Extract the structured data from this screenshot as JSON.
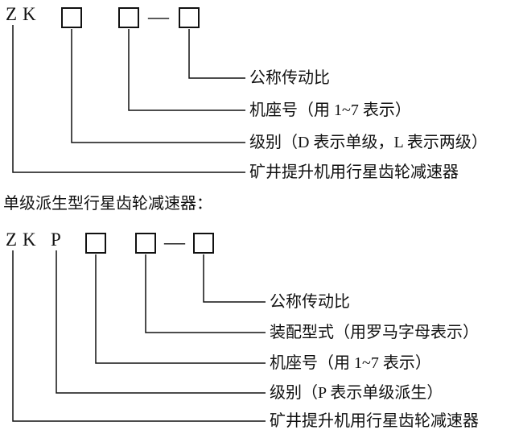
{
  "diagram_top": {
    "prefix": "ZK",
    "separator": "—",
    "labels": [
      "公称传动比",
      "机座号（用 1~7 表示）",
      "级别（D 表示单级，L 表示两级）",
      "矿井提升机用行星齿轮减速器"
    ]
  },
  "section_title": "单级派生型行星齿轮减速器：",
  "diagram_bottom": {
    "prefix": "ZK",
    "type_letter": "P",
    "separator": "—",
    "labels": [
      "公称传动比",
      "装配型式（用罗马字母表示）",
      "机座号（用 1~7 表示）",
      "级别（P 表示单级派生）",
      "矿井提升机用行星齿轮减速器"
    ]
  }
}
